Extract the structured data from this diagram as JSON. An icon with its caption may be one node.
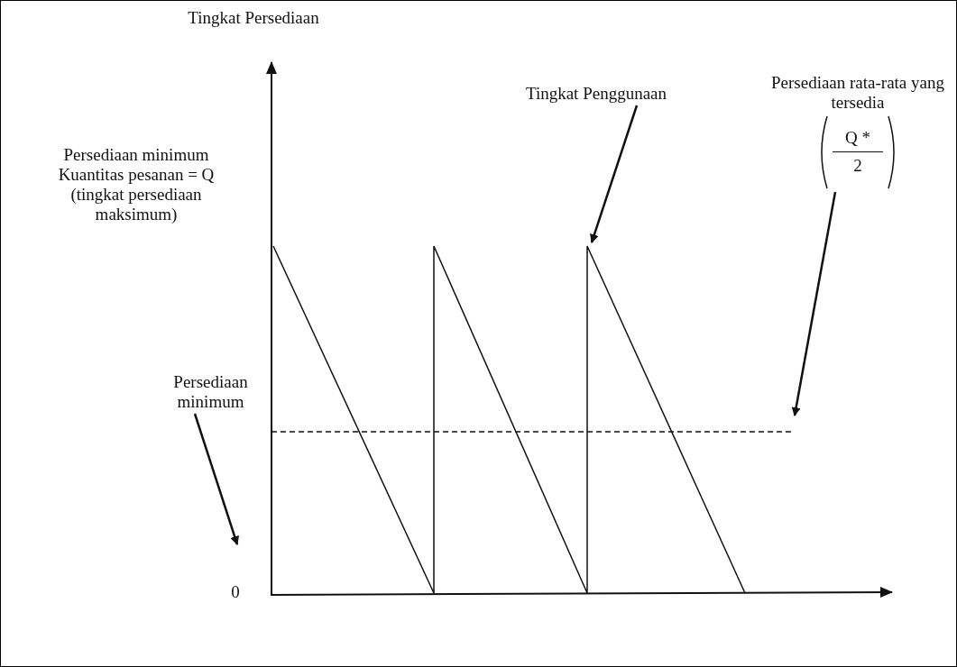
{
  "diagram": {
    "nodes": [
      {
        "text": [
          "Tingkat Penggunaan"
        ]
      },
      {
        "text": [
          "Persediaan rata-rata yang tersedia",
          "Q *",
          "2"
        ]
      },
      {
        "text": [
          "Persediaan minimum"
        ]
      }
    ],
    "edges": [
      {
        "from": 0,
        "to": null,
        "arrow": "to"
      },
      {
        "from": 1,
        "to": null,
        "arrow": "to"
      },
      {
        "from": 2,
        "to": null,
        "arrow": "to"
      }
    ],
    "labels": [
      "Tingkat Persediaan",
      "Persediaan minimum Kuantitas pesanan = Q (tingkat persediaan maksimum)",
      "0"
    ]
  }
}
